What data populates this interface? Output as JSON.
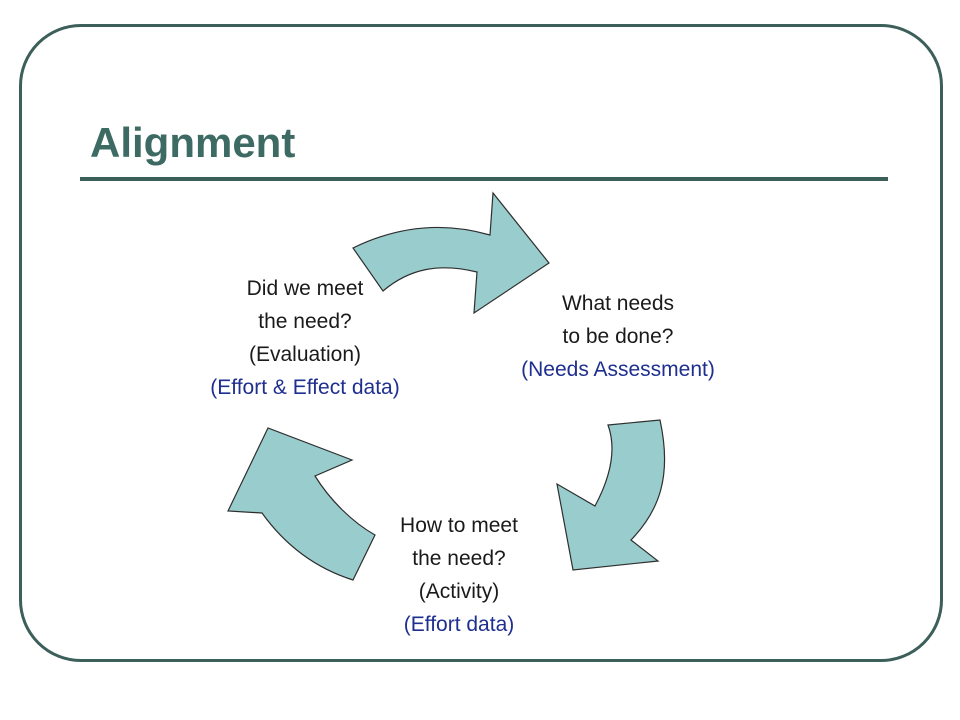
{
  "slide": {
    "title": "Alignment"
  },
  "colors": {
    "title": "#3d6b64",
    "frame": "#3d5f5a",
    "rule": "#3d5f5a",
    "arrow_fill": "#99cccc",
    "arrow_stroke": "#2e2e2e",
    "text_primary": "#1a1a1a",
    "text_accent": "#1f2f8f"
  },
  "cycle": {
    "nodes": [
      {
        "id": "needs",
        "lines": [
          "What needs",
          "to be done?"
        ],
        "data_line": "(Needs Assessment)"
      },
      {
        "id": "activity",
        "lines": [
          "How to meet",
          "the need?",
          "(Activity)"
        ],
        "data_line": "(Effort data)"
      },
      {
        "id": "evaluation",
        "lines": [
          "Did we meet",
          "the need?",
          "(Evaluation)"
        ],
        "data_line": "(Effort & Effect data)"
      }
    ]
  }
}
